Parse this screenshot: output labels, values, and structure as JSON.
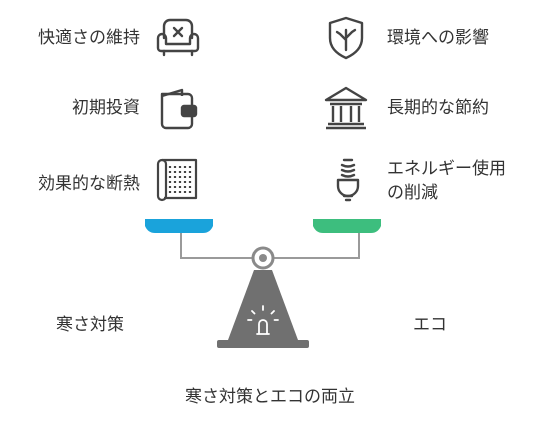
{
  "left": {
    "items": [
      {
        "label": "快適さの維持",
        "icon": "armchair-icon"
      },
      {
        "label": "初期投資",
        "icon": "wallet-icon"
      },
      {
        "label": "効果的な断熱",
        "icon": "insulation-roll-icon"
      }
    ],
    "pan_label": "寒さ対策",
    "pan_color": "#1AA3DB"
  },
  "right": {
    "items": [
      {
        "label": "環境への影響",
        "icon": "shield-tree-icon"
      },
      {
        "label": "長期的な節約",
        "icon": "bank-icon"
      },
      {
        "label_line1": "エネルギー使用",
        "label_line2": "の削減",
        "icon": "eco-bulb-icon"
      }
    ],
    "pan_label": "エコ",
    "pan_color": "#3DBE7E"
  },
  "caption": "寒さ対策とエコの両立",
  "colors": {
    "base": "#707070",
    "beam": "#9a9a9a",
    "icon_stroke": "#444444"
  }
}
